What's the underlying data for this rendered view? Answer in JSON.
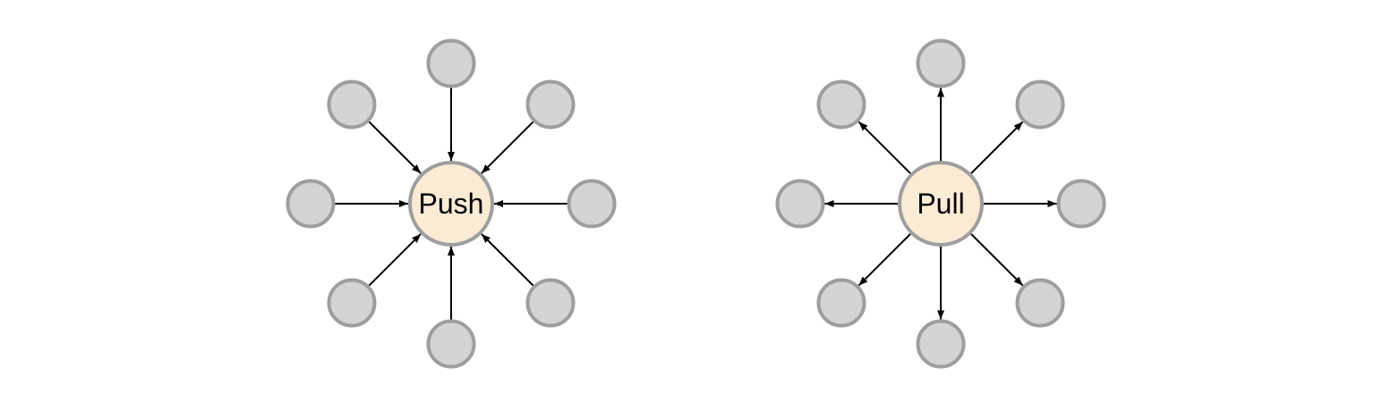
{
  "page": {
    "background_color": "#ffffff"
  },
  "colors": {
    "hub_fill": "#faebd5",
    "hub_stroke": "#9e9e9e",
    "satellite_fill": "#d4d4d4",
    "satellite_stroke": "#9e9e9e",
    "arrow": "#000000",
    "label": "#000000"
  },
  "diagrams": [
    {
      "id": "push",
      "label": "Push",
      "arrow_direction": "inward",
      "satellite_count": 8
    },
    {
      "id": "pull",
      "label": "Pull",
      "arrow_direction": "outward",
      "satellite_count": 8
    }
  ]
}
